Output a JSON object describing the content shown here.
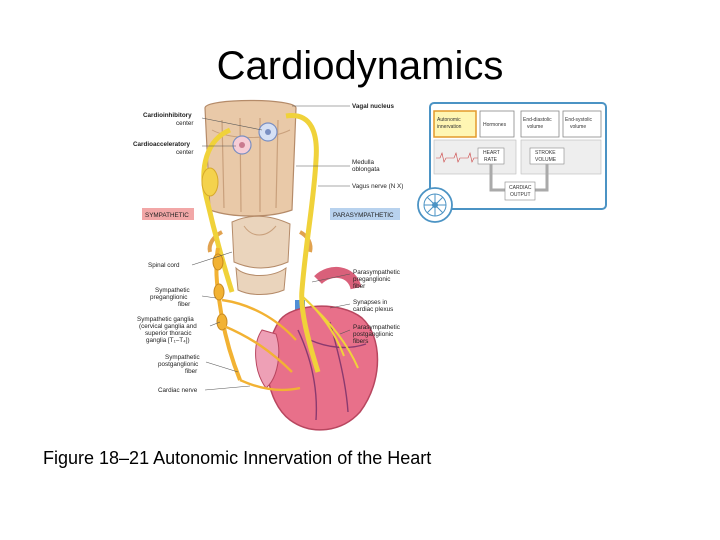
{
  "slide": {
    "title": "Cardiodynamics",
    "caption": "Figure 18–21 Autonomic Innervation of the Heart"
  },
  "diagram": {
    "left_labels": {
      "cardioinhibitory": [
        "Cardioinhibitory",
        "center"
      ],
      "cardioacceleratory": [
        "Cardioacceleratory",
        "center"
      ],
      "sympathetic": "SYMPATHETIC",
      "spinal_cord": "Spinal cord",
      "preganglionic": [
        "Sympathetic",
        "preganglionic",
        "fiber"
      ],
      "ganglia": [
        "Sympathetic ganglia",
        "(cervical ganglia and",
        "superior thoracic",
        "ganglia [T₁–T₄])"
      ],
      "postganglionic": [
        "Sympathetic",
        "postganglionic",
        "fiber"
      ],
      "cardiac_nerve": "Cardiac nerve"
    },
    "right_labels": {
      "vagal_nucleus": "Vagal nucleus",
      "medulla": [
        "Medulla",
        "oblongata"
      ],
      "vagus_nerve": "Vagus nerve (N X)",
      "parasympathetic": "PARASYMPATHETIC",
      "para_pre": [
        "Parasympathetic",
        "preganglionic",
        "fiber"
      ],
      "synapses": [
        "Synapses in",
        "cardiac plexus"
      ],
      "para_post": [
        "Parasympathetic",
        "postganglionic",
        "fibers"
      ]
    },
    "inset": {
      "autonomic": [
        "Autonomic",
        "innervation"
      ],
      "hormones": "Hormones",
      "edv": [
        "End-diastolic",
        "volume"
      ],
      "esv": [
        "End-systolic",
        "volume"
      ],
      "heart_rate": [
        "HEART",
        "RATE"
      ],
      "stroke_volume": [
        "STROKE",
        "VOLUME"
      ],
      "cardiac_output": [
        "CARDIAC",
        "OUTPUT"
      ]
    },
    "colors": {
      "sympathetic_nerve": "#f2b233",
      "parasympathetic_nerve": "#f0d23a",
      "heart": "#e8708a",
      "spinal_cord": "#e9c9a8",
      "inset_border": "#4b93c4",
      "sympathetic_box": "#f2a7a7",
      "parasympathetic_box": "#b8d2ee"
    }
  }
}
